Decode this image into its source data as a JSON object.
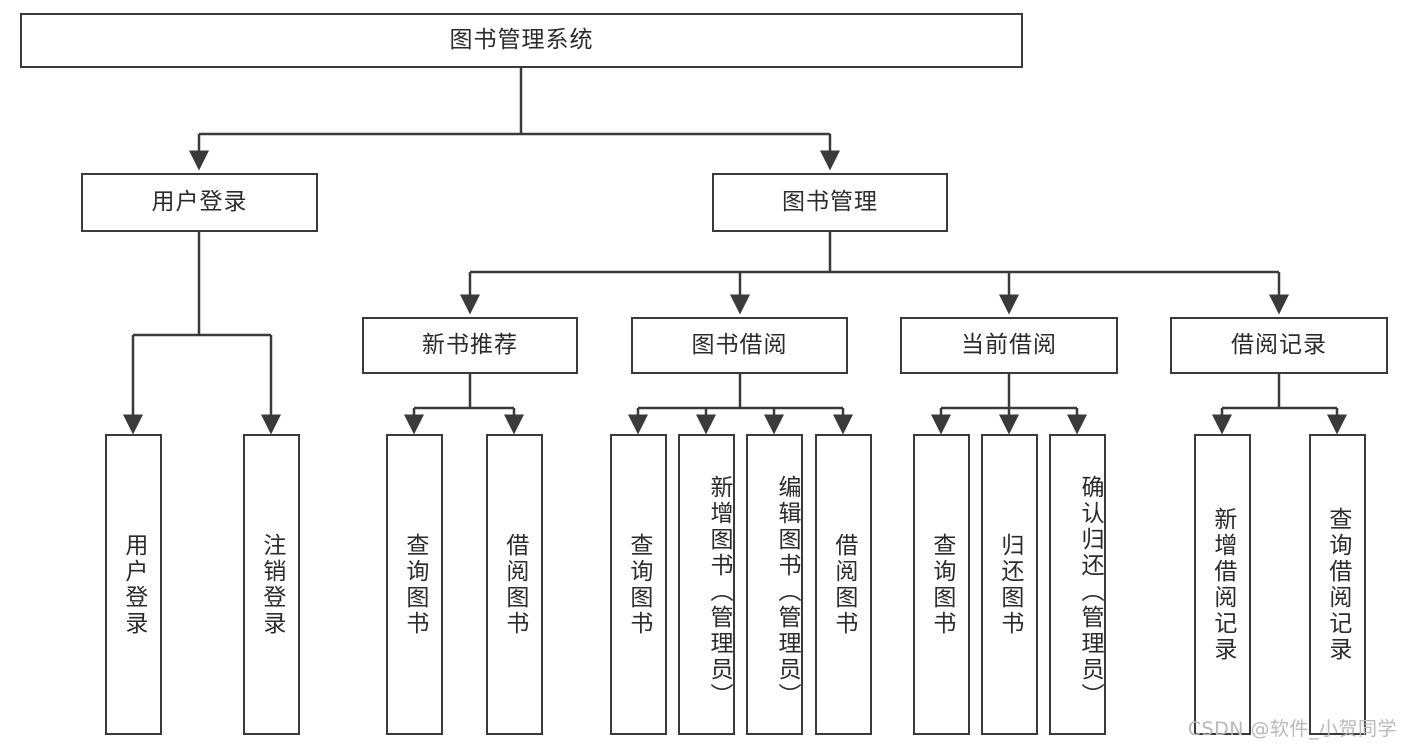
{
  "diagram": {
    "type": "tree-hierarchy",
    "title": "图书管理系统",
    "watermark": "CSDN @软件_小贺同学",
    "colors": {
      "box_border": "#3a3a3a",
      "box_fill": "#ffffff",
      "edge": "#3a3a3a",
      "text": "#2b2b2b",
      "watermark": "#b9b9b9",
      "background": "#ffffff"
    },
    "nodes": {
      "root": {
        "label": "图书管理系统",
        "level": 0,
        "orientation": "horizontal"
      },
      "user_login": {
        "label": "用户登录",
        "level": 1,
        "orientation": "horizontal"
      },
      "book_manage": {
        "label": "图书管理",
        "level": 1,
        "orientation": "horizontal"
      },
      "new_book_rec": {
        "label": "新书推荐",
        "level": 2,
        "orientation": "horizontal"
      },
      "book_borrow": {
        "label": "图书借阅",
        "level": 2,
        "orientation": "horizontal"
      },
      "current_borrow": {
        "label": "当前借阅",
        "level": 2,
        "orientation": "horizontal"
      },
      "borrow_record": {
        "label": "借阅记录",
        "level": 2,
        "orientation": "horizontal"
      },
      "leaf_user_login": {
        "label": "用户登录",
        "level": 2,
        "orientation": "vertical"
      },
      "leaf_logout": {
        "label": "注销登录",
        "level": 2,
        "orientation": "vertical"
      },
      "leaf_rec_query": {
        "label": "查询图书",
        "level": 3,
        "orientation": "vertical"
      },
      "leaf_rec_borrow": {
        "label": "借阅图书",
        "level": 3,
        "orientation": "vertical"
      },
      "leaf_bb_query": {
        "label": "查询图书",
        "level": 3,
        "orientation": "vertical"
      },
      "leaf_bb_add": {
        "label": "新增图书（管理员）",
        "level": 3,
        "orientation": "vertical"
      },
      "leaf_bb_edit": {
        "label": "编辑图书（管理员）",
        "level": 3,
        "orientation": "vertical"
      },
      "leaf_bb_borrow": {
        "label": "借阅图书",
        "level": 3,
        "orientation": "vertical"
      },
      "leaf_cb_query": {
        "label": "查询图书",
        "level": 3,
        "orientation": "vertical"
      },
      "leaf_cb_return": {
        "label": "归还图书",
        "level": 3,
        "orientation": "vertical"
      },
      "leaf_cb_confirm": {
        "label": "确认归还（管理员）",
        "level": 3,
        "orientation": "vertical"
      },
      "leaf_br_add": {
        "label": "新增借阅记录",
        "level": 3,
        "orientation": "vertical"
      },
      "leaf_br_query": {
        "label": "查询借阅记录",
        "level": 3,
        "orientation": "vertical"
      }
    },
    "edges": [
      {
        "from": "root",
        "to": "user_login"
      },
      {
        "from": "root",
        "to": "book_manage"
      },
      {
        "from": "book_manage",
        "to": "new_book_rec"
      },
      {
        "from": "book_manage",
        "to": "book_borrow"
      },
      {
        "from": "book_manage",
        "to": "current_borrow"
      },
      {
        "from": "book_manage",
        "to": "borrow_record"
      },
      {
        "from": "user_login",
        "to": "leaf_user_login"
      },
      {
        "from": "user_login",
        "to": "leaf_logout"
      },
      {
        "from": "new_book_rec",
        "to": "leaf_rec_query"
      },
      {
        "from": "new_book_rec",
        "to": "leaf_rec_borrow"
      },
      {
        "from": "book_borrow",
        "to": "leaf_bb_query"
      },
      {
        "from": "book_borrow",
        "to": "leaf_bb_add"
      },
      {
        "from": "book_borrow",
        "to": "leaf_bb_edit"
      },
      {
        "from": "book_borrow",
        "to": "leaf_bb_borrow"
      },
      {
        "from": "current_borrow",
        "to": "leaf_cb_query"
      },
      {
        "from": "current_borrow",
        "to": "leaf_cb_return"
      },
      {
        "from": "current_borrow",
        "to": "leaf_cb_confirm"
      },
      {
        "from": "borrow_record",
        "to": "leaf_br_add"
      },
      {
        "from": "borrow_record",
        "to": "leaf_br_query"
      }
    ]
  }
}
